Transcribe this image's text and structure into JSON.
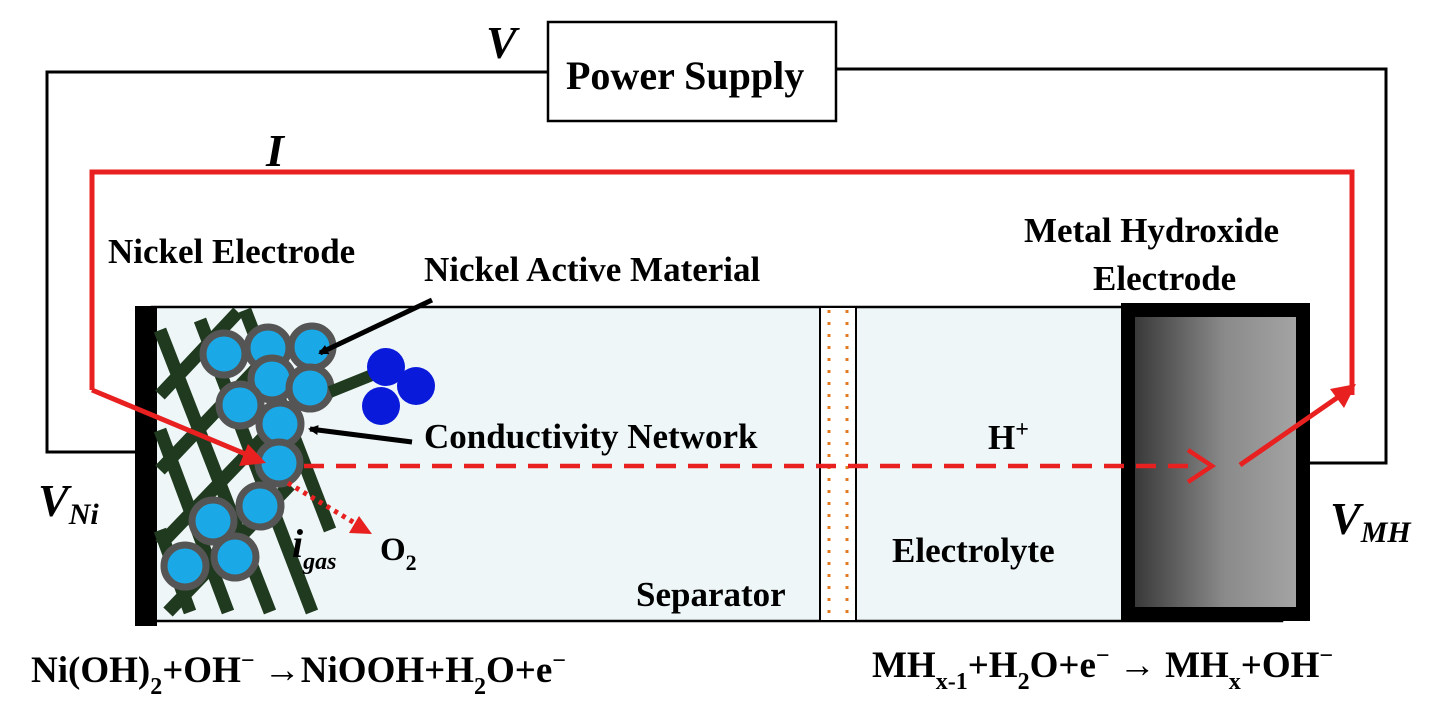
{
  "diagram": {
    "power_supply_label": "Power Supply",
    "voltage_symbol": "V",
    "current_symbol": "I",
    "nickel_electrode_label": "Nickel Electrode",
    "nickel_active_material_label": "Nickel Active Material",
    "conductivity_network_label": "Conductivity Network",
    "metal_hydroxide_line1": "Metal Hydroxide",
    "metal_hydroxide_line2": "Electrode",
    "separator_label": "Separator",
    "electrolyte_label": "Electrolyte",
    "proton": {
      "base": "H",
      "sup": "+"
    },
    "v_ni": {
      "base": "V",
      "sub": "Ni"
    },
    "v_mh": {
      "base": "V",
      "sub": "MH"
    },
    "i_gas": {
      "base": "i",
      "sub": "gas"
    },
    "oxygen": {
      "base": "O",
      "sub": "2"
    },
    "left_reaction": {
      "p1": "Ni(OH)",
      "s1": "2",
      "p2": "+OH",
      "p3": "−",
      "p4": " →NiOOH+H",
      "s2": "2",
      "p5": "O+e",
      "p6": "−"
    },
    "right_reaction": {
      "p1": "MH",
      "s1": "x-1",
      "p2": "+H",
      "s2": "2",
      "p3": "O+e",
      "p4": "−",
      "p5": " →  MH",
      "s3": "x",
      "p6": "+OH",
      "p7": "−"
    }
  },
  "colors": {
    "current_path": "#e82020",
    "wire": "#000000",
    "cell_fill": "#eef6f8",
    "mesh": "#1f3a1f",
    "particle": "#1aa8e6",
    "particle_ring": "#555555",
    "conductor_particle": "#0a1adb",
    "separator_dots": "#e07a20",
    "mh_gradient_dark": "#333333",
    "mh_gradient_light": "#9a9a9a"
  }
}
